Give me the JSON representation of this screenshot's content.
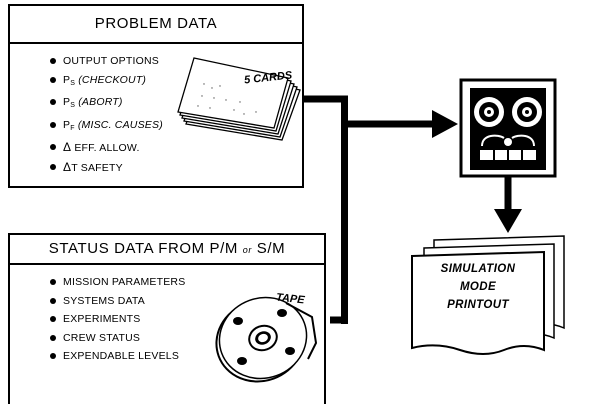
{
  "problem_data": {
    "title": "PROBLEM DATA",
    "item_output": "OUTPUT OPTIONS",
    "item_ps_checkout_symbol": "P",
    "item_ps_checkout_sub": "S",
    "item_ps_checkout_note": "(CHECKOUT)",
    "item_ps_abort_symbol": "P",
    "item_ps_abort_sub": "S",
    "item_ps_abort_note": "(ABORT)",
    "item_pf_symbol": "P",
    "item_pf_sub": "F",
    "item_pf_note": "(MISC. CAUSES)",
    "item_eff_symbol": "Δ",
    "item_eff_text": "EFF. ALLOW.",
    "item_t_symbol": "Δ",
    "item_t_text": "T SAFETY",
    "cards_label": "5 CARDS"
  },
  "status_data": {
    "title_before": "STATUS DATA FROM P/M",
    "title_or": "or",
    "title_after": "S/M",
    "items": [
      "MISSION PARAMETERS",
      "SYSTEMS DATA",
      "EXPERIMENTS",
      "CREW STATUS",
      "EXPENDABLE LEVELS"
    ],
    "tape_label": "TAPE"
  },
  "printout": {
    "line1": "SIMULATION",
    "line2": "MODE",
    "line3": "PRINTOUT"
  },
  "icons": [
    "card-deck-icon",
    "tape-reel-icon",
    "tape-drive-icon",
    "arrow-right-icon",
    "arrow-down-icon"
  ]
}
